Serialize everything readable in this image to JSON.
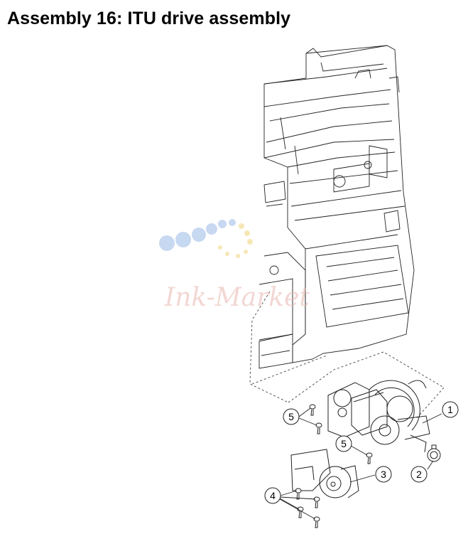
{
  "page_title": "Assembly 16:  ITU drive assembly",
  "watermark": {
    "text": "Ink-Market",
    "colors": [
      "#9bb9e6",
      "#f2d27a",
      "#e8b7b0"
    ]
  },
  "callouts": [
    {
      "label": "1"
    },
    {
      "label": "2"
    },
    {
      "label": "3"
    },
    {
      "label": "4"
    },
    {
      "label": "5"
    },
    {
      "label": "5"
    }
  ]
}
